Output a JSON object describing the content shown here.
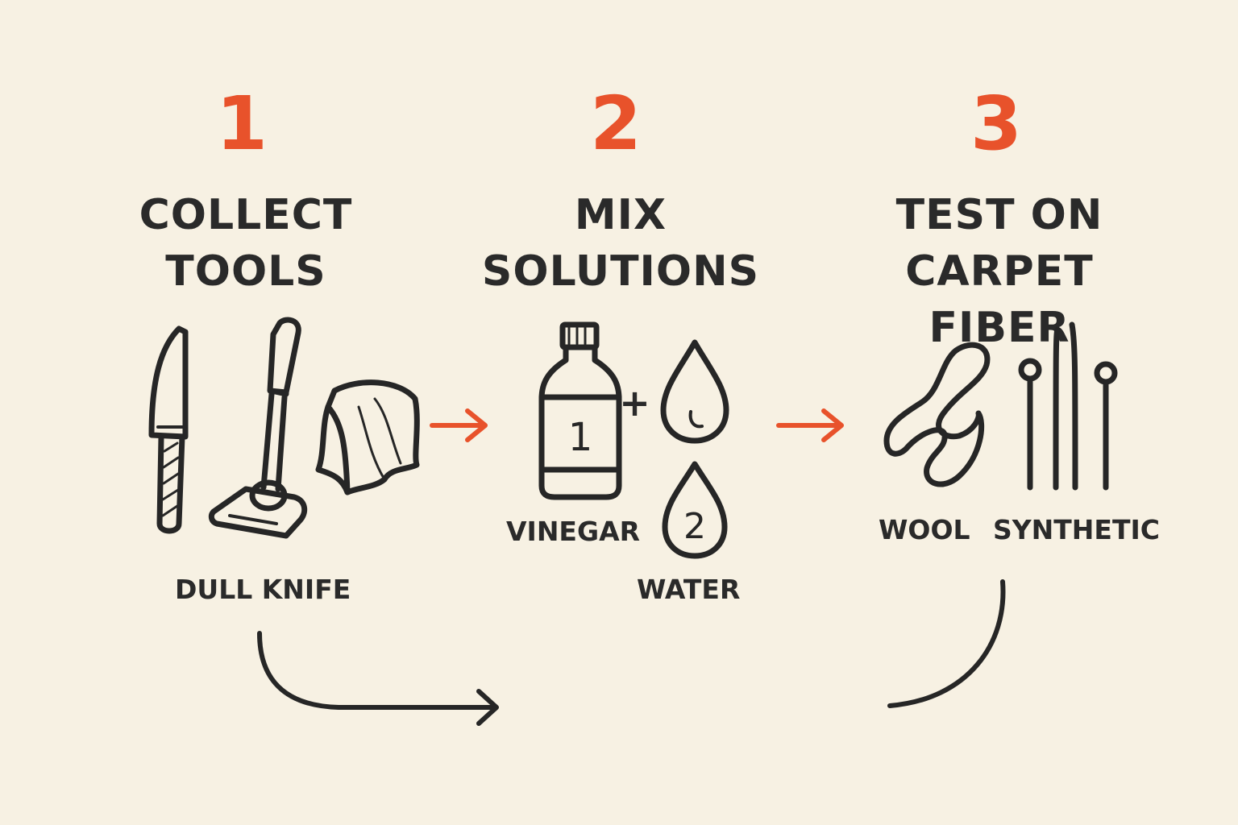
{
  "colors": {
    "background": "#f7f1e3",
    "accent": "#e8522b",
    "ink": "#262626"
  },
  "steps": [
    {
      "number": "1",
      "title_line1": "COLLECT",
      "title_line2": "TOOLS",
      "labels": [
        "DULL KNIFE"
      ],
      "icons": [
        "knife-icon",
        "vacuum-icon",
        "cloth-icon"
      ]
    },
    {
      "number": "2",
      "title_line1": "MIX",
      "title_line2": "SOLUTIONS",
      "labels": [
        "VINEGAR",
        "WATER"
      ],
      "plus": "+",
      "bottle_number": "1",
      "drop_number": "2",
      "icons": [
        "bottle-icon",
        "drop-icon",
        "drop-icon"
      ]
    },
    {
      "number": "3",
      "title_line1": "TEST ON",
      "title_line2": "CARPET FIBER",
      "labels": [
        "WOOL",
        "SYNTHETIC"
      ],
      "icons": [
        "wool-fiber-icon",
        "synthetic-fiber-icon"
      ]
    }
  ],
  "connectors": [
    "arrow-right-icon",
    "arrow-right-icon",
    "curved-arrow-icon",
    "curve-icon"
  ]
}
